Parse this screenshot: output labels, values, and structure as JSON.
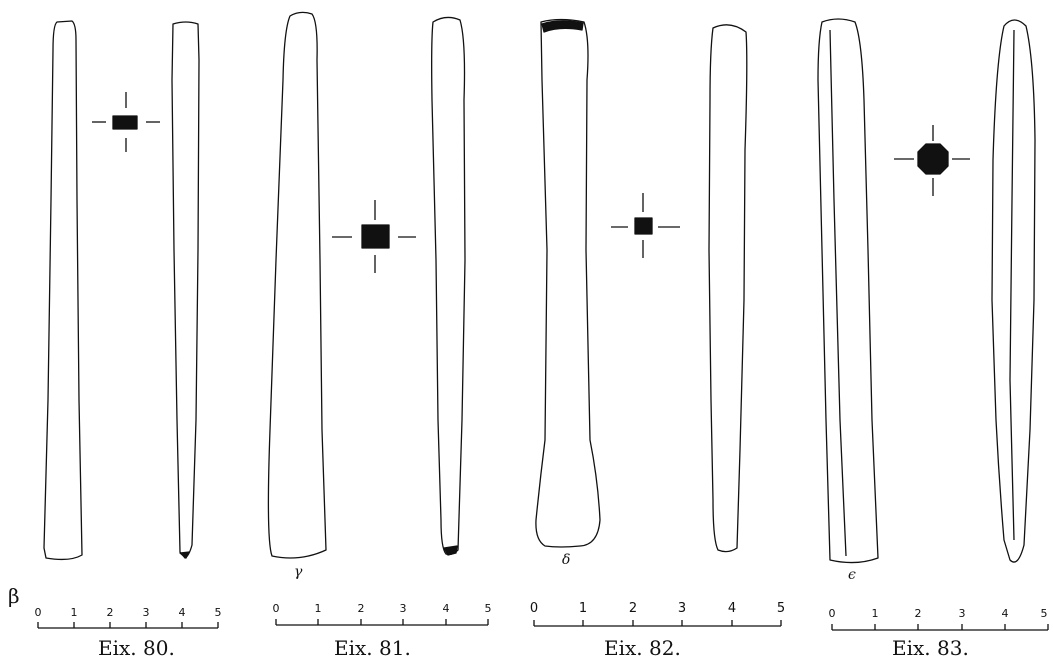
{
  "plate_letter": "β",
  "figures": [
    {
      "caption": "Eix. 80.",
      "letter": "",
      "scale_ticks": [
        "0",
        "1",
        "2",
        "3",
        "4",
        "5"
      ]
    },
    {
      "caption": "Eix. 81.",
      "letter": "γ",
      "scale_ticks": [
        "0",
        "1",
        "2",
        "3",
        "4",
        "5"
      ]
    },
    {
      "caption": "Eix. 82.",
      "letter": "δ",
      "scale_ticks": [
        "0",
        "1",
        "2",
        "3",
        "4",
        "5"
      ]
    },
    {
      "caption": "Eix. 83.",
      "letter": "ϵ",
      "scale_ticks": [
        "0",
        "1",
        "2",
        "3",
        "4",
        "5"
      ]
    }
  ],
  "colors": {
    "ink": "#111111",
    "paper": "#ffffff"
  }
}
